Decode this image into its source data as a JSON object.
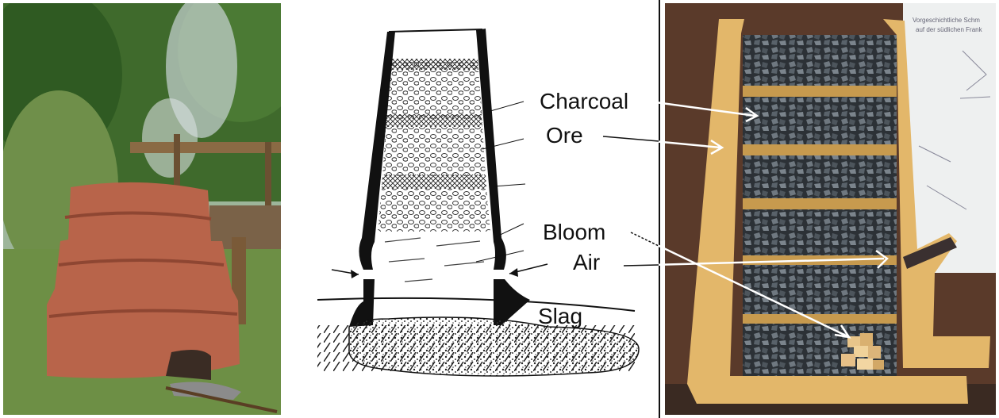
{
  "diagram": {
    "labels": {
      "charcoal": "Charcoal",
      "ore": "Ore",
      "bloom": "Bloom",
      "air": "Air",
      "slag": "Slag"
    }
  },
  "poster": {
    "line1": "Vorgeschichtliche Schm",
    "line2": "auf der südlichen Frank"
  },
  "colors": {
    "clay": "#b8644a",
    "grass": "#5f8a3a",
    "furnace_wall": "#e3b76a",
    "charcoal": "#3c4248",
    "ore_band": "#c79a4e"
  }
}
